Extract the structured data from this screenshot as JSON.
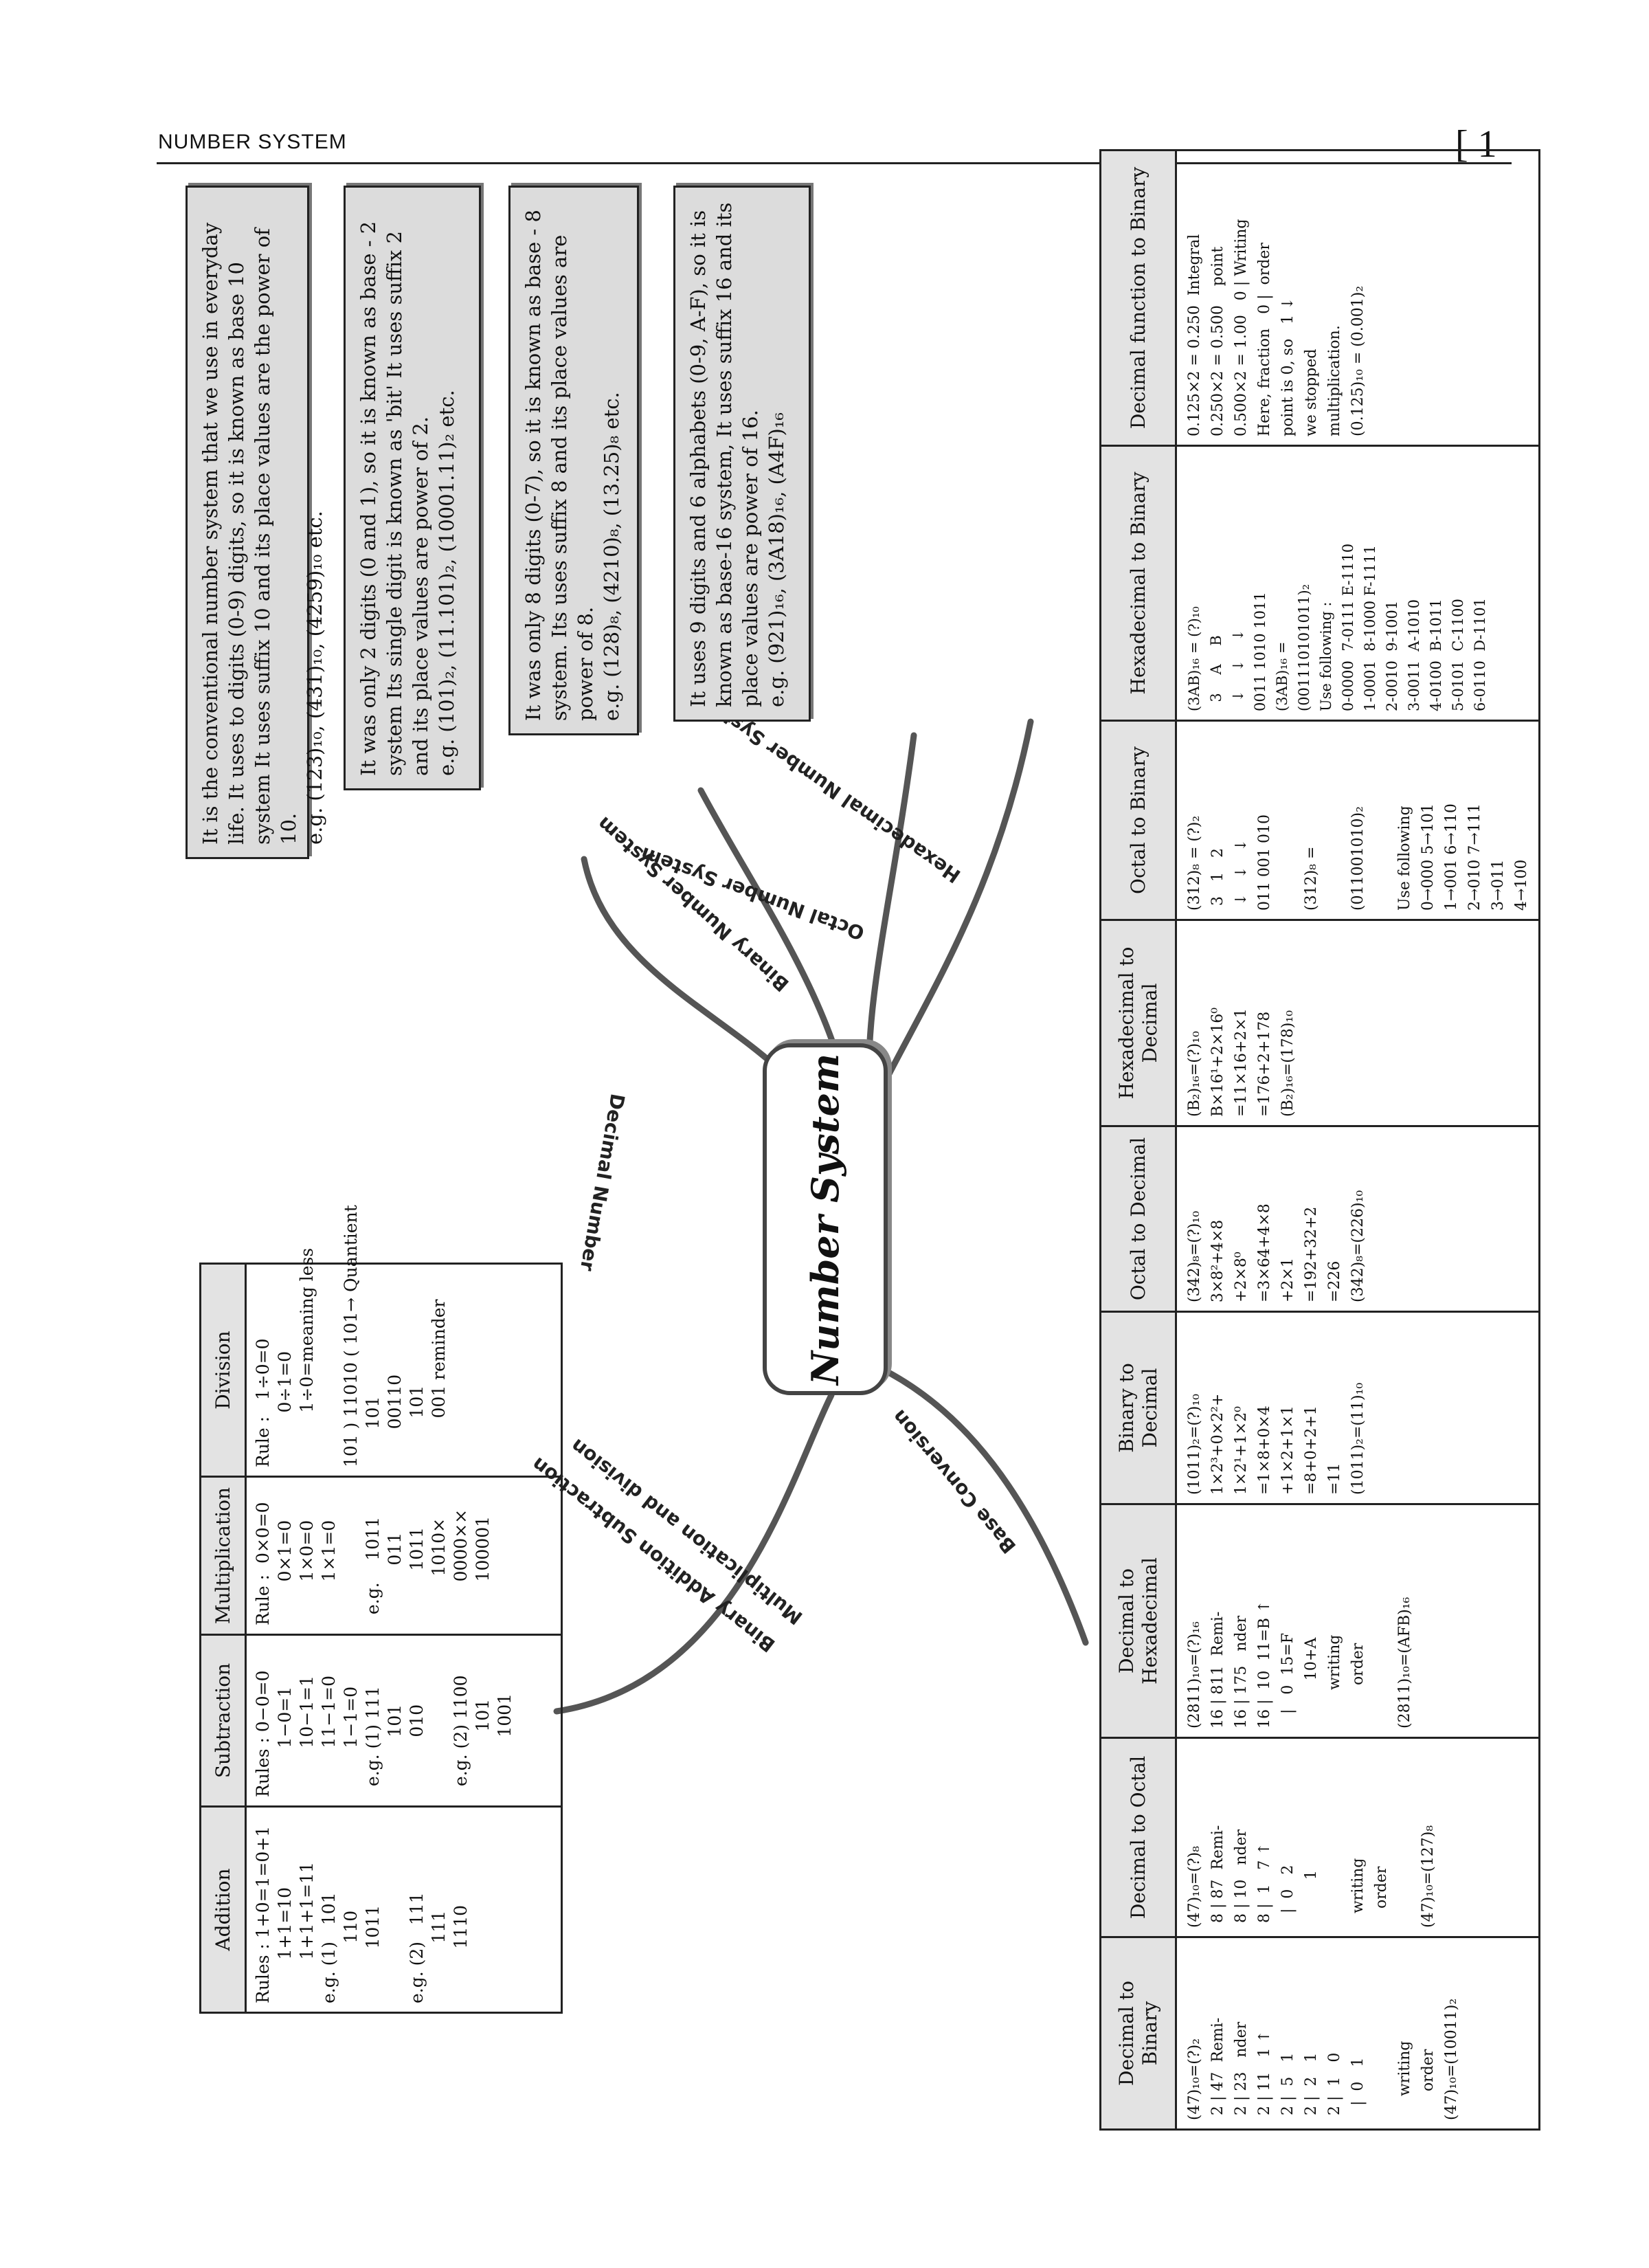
{
  "header": {
    "title": "NUMBER SYSTEM",
    "page": "[ 1"
  },
  "center": {
    "title": "Number System"
  },
  "branches": {
    "decimal": "Decimal Number",
    "binary": "Binary Number System",
    "octal": "Octal Number System",
    "hexa": "Hexadecimal Number System",
    "ops_line1": "Binary Addition Subtraction",
    "ops_line2": "Multiplication and division",
    "conversion": "Base Conversion"
  },
  "boxes": {
    "decimal": "It is the conventional number system that we use in everyday life. It uses to digits (0-9) digits, so it is known as base 10 system It uses suffix 10 and its place values are the power of 10.\ne.g. (123)₁₀, (431)₁₀, (4259)₁₀ etc.",
    "binary": "It was only 2 digits (0 and 1), so it is known as base - 2 system Its single digit is known as 'bit' It uses suffix 2 and its place values are power of 2.\ne.g. (101)₂, (11.101)₂, (10001.11)₂ etc.",
    "octal": "It was only 8 digits (0-7), so it is known as base - 8 system. Its uses suffix 8 and its place values are power of 8.\ne.g. (128)₈, (4210)₈, (13.25)₈ etc.",
    "hexa": "It uses 9 digits and 6 alphabets (0-9, A-F), so it is known as base-16 system, It uses suffix 16 and its place values are power of 16.\ne.g. (921)₁₆, (3A18)₁₆, (A4F)₁₆"
  },
  "ops_table": {
    "headers": [
      "Addition",
      "Subtraction",
      "Multiplication",
      "Division"
    ],
    "cells": [
      "Rules : 1+0=1=0+1\n        1+1=10\n        1+1+1=11\ne.g. (1)   101\n           110\n          1011\n\ne.g. (2)   111\n           111\n          1110",
      "Rules : 0−0=0\n         1−0=1\n         10−1=1\n         11−1=0\n         1−1=0\n  e.g. (1) 111\n           101\n           010\n\n  e.g. (2) 1100\n            101\n           1001",
      "Rule :  0×0=0\n        0×1=0\n        1×0=0\n        1×1=0\n\n  e.g.    1011\n           011\n          1011\n         1010×\n        0000××\n        100001",
      "Rule :   1÷0=0\n          0÷1=0\n          1÷0=meaning less\n\n101 ) 11010 ( 101→ Quantient\n       101\n       00110\n         101\n         001 reminder"
    ]
  },
  "conv_table": {
    "headers": [
      "Decimal to Binary",
      "Decimal to Octal",
      "Decimal to Hexadecimal",
      "Binary to Decimal",
      "Octal to Decimal",
      "Hexadecimal to Decimal",
      "Octal to Binary",
      "Hexadecimal to Binary",
      "Decimal function to Binary"
    ],
    "cells": [
      "(47)₁₀=(?)₂\n 2 | 47  Remi-\n 2 | 23   nder\n 2 | 11   1 ↑\n 2 |  5   1\n 2 |  2   1\n 2 |  1   0\n   |  0   1\n\n     writing\n      order\n(47)₁₀=(10011)₂",
      "(47)₁₀=(?)₈\n 8 | 87  Remi-\n 8 | 10   nder\n 8 |  1   7 ↑\n   |  0   2\n          1\n\n   writing\n    order\n\n(47)₁₀=(127)₈",
      "(2811)₁₀=(?)₁₆\n16 | 811  Remi-\n16 | 175   nder\n16 |  10  11=B ↑\n   |   0  15=F\n          10+A\n        writing\n         order\n\n(2811)₁₀=(AFB)₁₆",
      "(1011)₂=(?)₁₀\n1×2³+0×2²+\n1×2¹+1×2⁰\n=1×8+0×4\n+1×2+1×1\n=8+0+2+1\n=11\n(1011)₂=(11)₁₀",
      "(342)₈=(?)₁₀\n3×8²+4×8\n+2×8⁰\n=3×64+4×8\n+2×1\n=192+32+2\n=226\n(342)₈=(226)₁₀",
      "(B₂)₁₆=(?)₁₀\nB×16¹+2×16⁰\n=11×16+2×1\n=176+2+178\n(B₂)₁₆=(178)₁₀",
      "(312)₈ = (?)₂\n 3   1   2\n ↓   ↓   ↓\n011 001 010\n\n(312)₈ =\n\n(011001010)₂\n\nUse following\n0→000 5→101\n1→001 6→110\n2→010 7→111\n3→011\n4→100",
      "(3AB)₁₆ = (?)₁₀\n  3    A    B\n  ↓    ↓    ↓\n0011 1010 1011\n(3AB)₁₆ =\n(001110101011)₂\nUse following :\n0-0000  7-0111 E-1110\n1-0001  8-1000 F-1111\n2-0010  9-1001\n3-0011  A-1010\n4-0100  B-1011\n5-0101  C-1100\n6-0110  D-1101",
      "0.125×2 = 0.250  Integral\n0.250×2 = 0.500    point\n0.500×2 = 1.00   0 | Writing\nHere, fraction   0 |  order\npoint is 0, so   1 ↓\nwe stopped\nmultiplication.\n(0.125)₁₀ = (0.001)₂"
    ]
  }
}
